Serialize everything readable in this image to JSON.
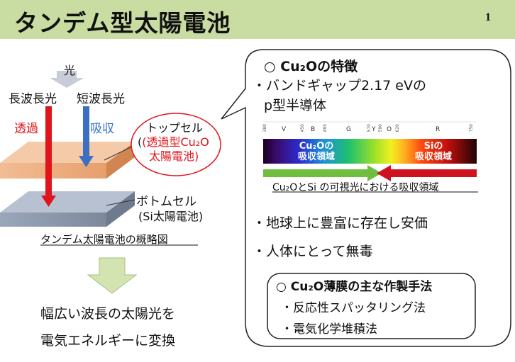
{
  "slide": {
    "title": "タンデム型太陽電池",
    "page_number": "1"
  },
  "diagram": {
    "light_label": "光",
    "long_wave": "長波長光",
    "short_wave": "短波長光",
    "transmit": "透過",
    "absorb": "吸収",
    "top_cell_line1": "トップセル",
    "top_cell_line2": "(透過型Cu₂O",
    "top_cell_line3": "太陽電池)",
    "bottom_cell_line1": "ボトムセル",
    "bottom_cell_line2": "(Si太陽電池)",
    "caption": "タンデム太陽電池の概略図",
    "result_line1": "幅広い波長の太陽光を",
    "result_line2": "電気エネルギーに変換",
    "colors": {
      "top_cell": "#e2975f",
      "bottom_cell": "#8a95aa",
      "red_arrow": "#e0141b",
      "blue_arrow": "#3b6fc2",
      "green_arrow": "#d3e4b0"
    }
  },
  "panel": {
    "heading": "○ Cu₂Oの特徴",
    "bandgap_line1": "・バンドギャップ2.17 eVの",
    "bandgap_line2": "p型半導体",
    "spectrum": {
      "letters": [
        "V",
        "B",
        "G",
        "Y",
        "O",
        "R"
      ],
      "nums": [
        "380",
        "450",
        "495",
        "570",
        "590",
        "620",
        "750"
      ],
      "cu2o_label1": "Cu₂Oの",
      "cu2o_label2": "吸収領域",
      "si_label1": "Siの",
      "si_label2": "吸収領域",
      "caption": "Cu₂OとSi の可視光における吸収領域",
      "colors": {
        "green_bar": "#6fbe3e",
        "red_bar": "#cf1220"
      }
    },
    "bullet1": "・地球上に豊富に存在し安価",
    "bullet2": "・人体にとって無毒",
    "box": {
      "heading": "○ Cu₂O薄膜の主な作製手法",
      "item1": "・反応性スパッタリング法",
      "item2": "・電気化学堆積法"
    }
  }
}
